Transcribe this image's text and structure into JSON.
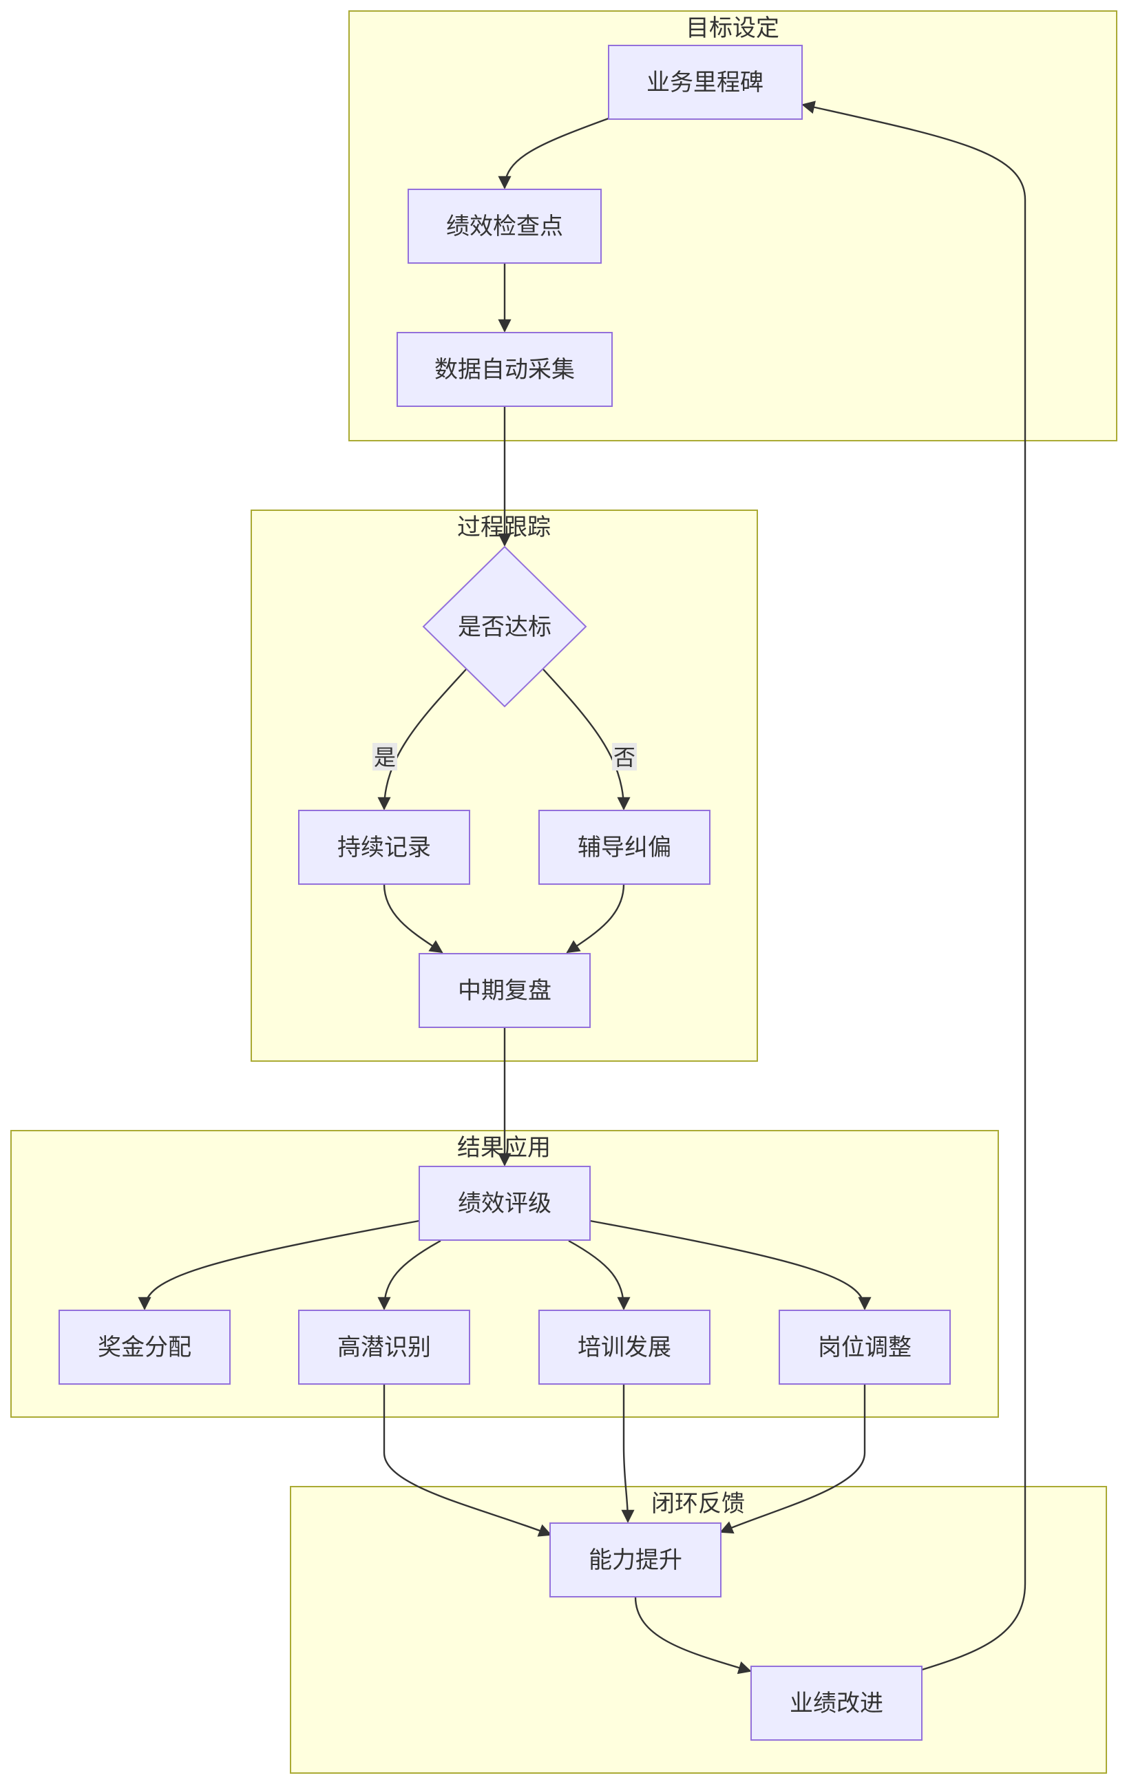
{
  "colors": {
    "cluster_fill": "#ffffde",
    "cluster_stroke": "#aaaa33",
    "node_fill": "#ececff",
    "node_stroke": "#9370db",
    "edge": "#333333",
    "text": "#333333"
  },
  "clusters": {
    "goal": {
      "title": "目标设定"
    },
    "track": {
      "title": "过程跟踪"
    },
    "result": {
      "title": "结果应用"
    },
    "loop": {
      "title": "闭环反馈"
    }
  },
  "nodes": {
    "milestone": "业务里程碑",
    "checkpoint": "绩效检查点",
    "autocollect": "数据自动采集",
    "decision": "是否达标",
    "record": "持续记录",
    "coach": "辅导纠偏",
    "midreview": "中期复盘",
    "rating": "绩效评级",
    "bonus": "奖金分配",
    "hipo": "高潜识别",
    "training": "培训发展",
    "jobadjust": "岗位调整",
    "capability": "能力提升",
    "improve": "业绩改进"
  },
  "edge_labels": {
    "yes": "是",
    "no": "否"
  }
}
